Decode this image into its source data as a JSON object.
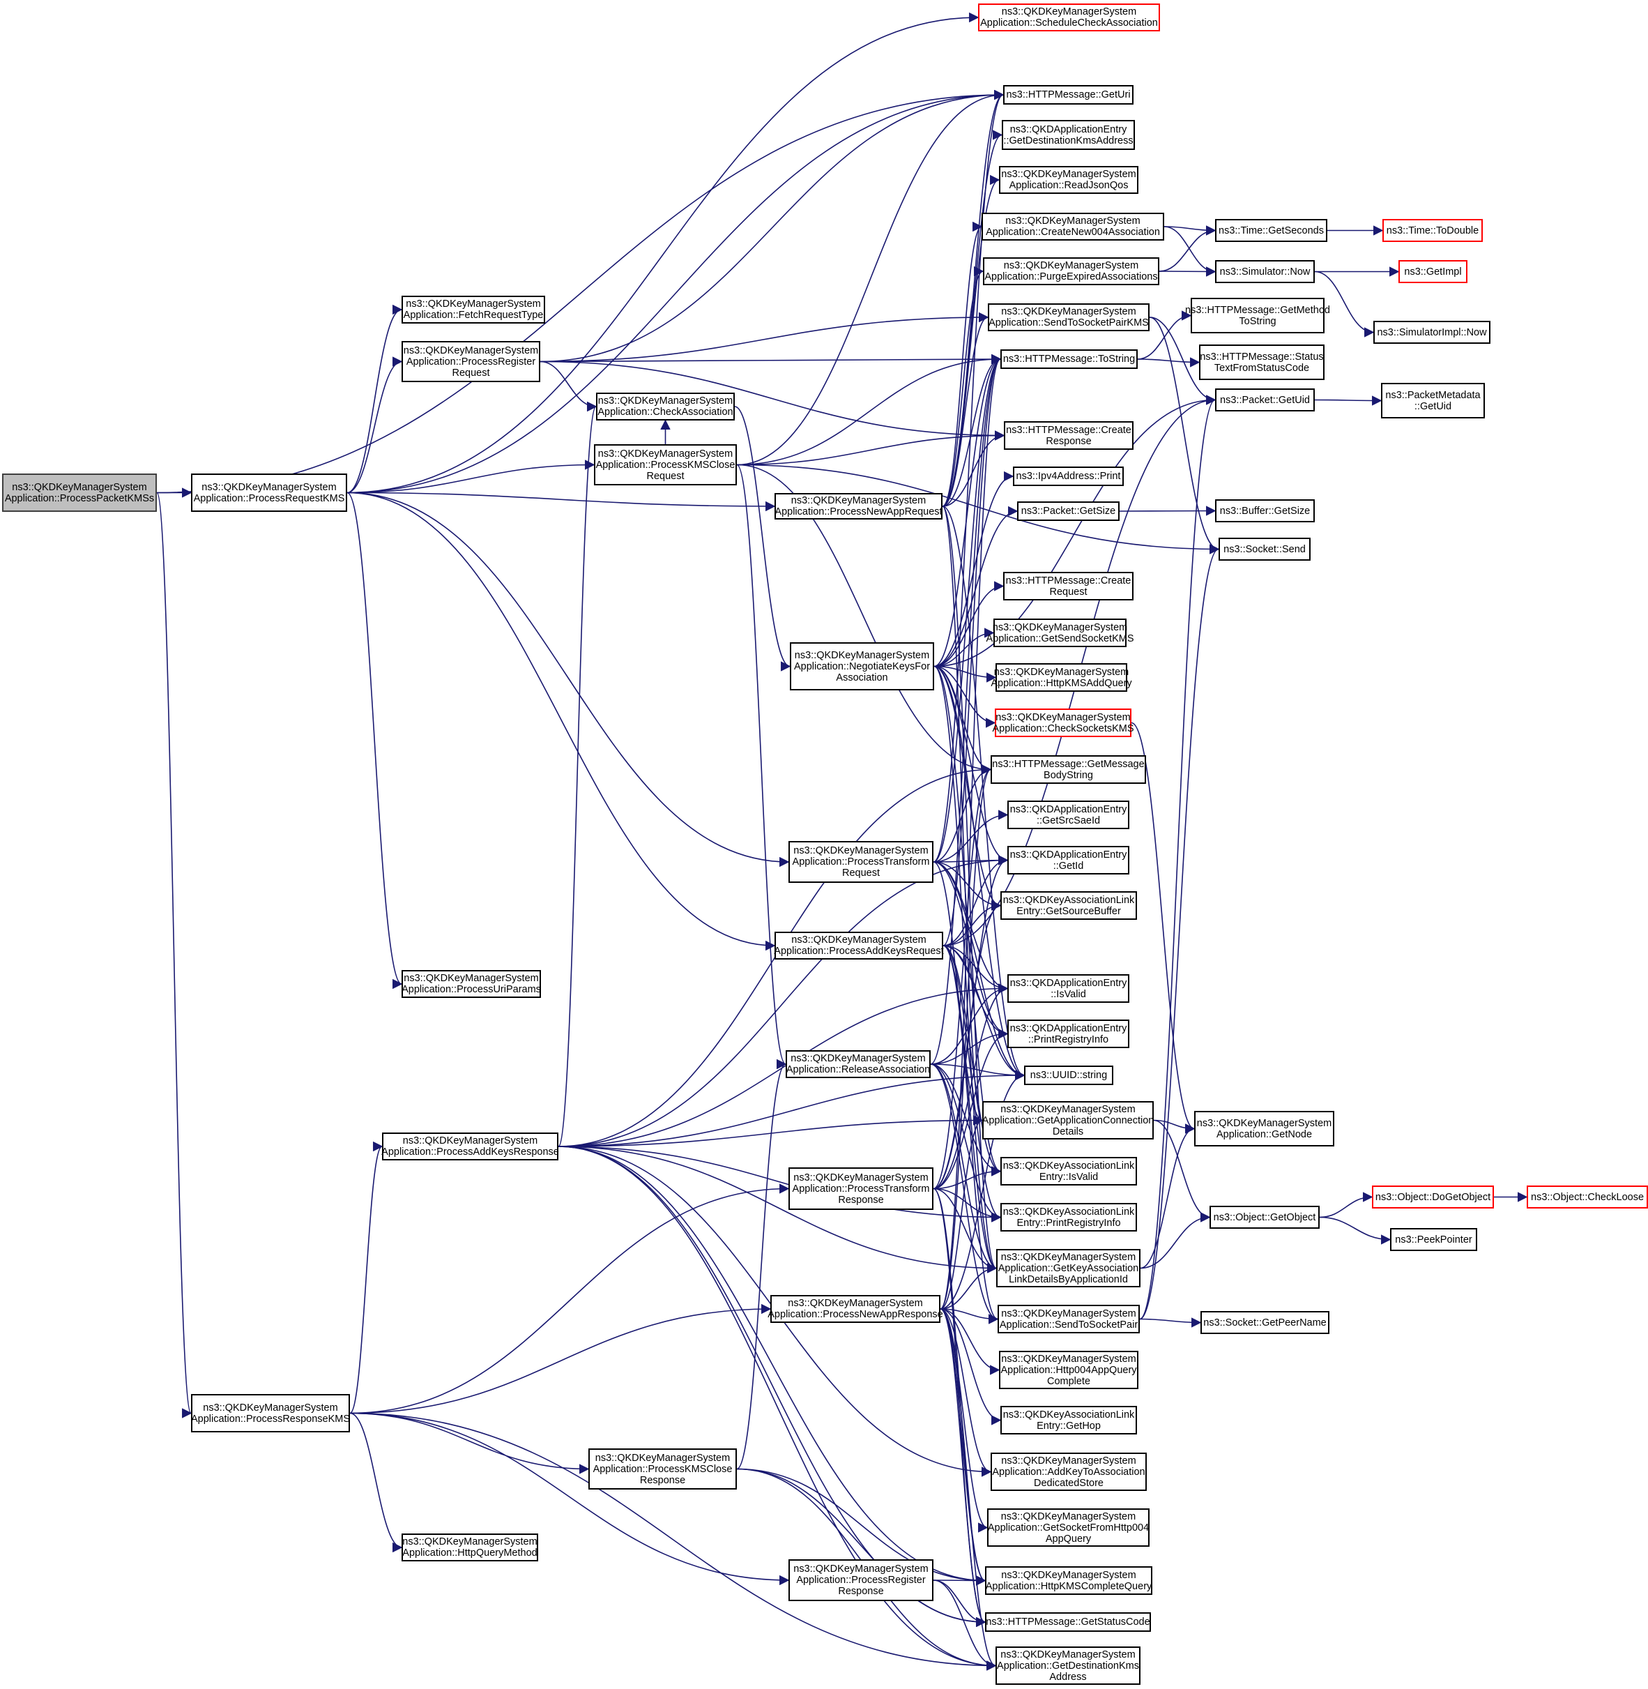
{
  "diagram": {
    "type": "doxygen-call-graph",
    "colors": {
      "edge": "#191970",
      "node_border": "#000000",
      "root_fill": "#bfbfbf",
      "truncated_border": "#ff0000",
      "background": "#ffffff"
    },
    "nodes": [
      {
        "id": "root",
        "label": "ns3::QKDKeyManagerSystem\nApplication::ProcessPacketKMSs",
        "kind": "root"
      },
      {
        "id": "reqKMS",
        "label": "ns3::QKDKeyManagerSystem\nApplication::ProcessRequestKMS",
        "kind": "normal"
      },
      {
        "id": "respKMS",
        "label": "ns3::QKDKeyManagerSystem\nApplication::ProcessResponseKMS",
        "kind": "normal"
      },
      {
        "id": "fetchType",
        "label": "ns3::QKDKeyManagerSystem\nApplication::FetchRequestType",
        "kind": "normal"
      },
      {
        "id": "regReq",
        "label": "ns3::QKDKeyManagerSystem\nApplication::ProcessRegister\nRequest",
        "kind": "normal"
      },
      {
        "id": "uriParams",
        "label": "ns3::QKDKeyManagerSystem\nApplication::ProcessUriParams",
        "kind": "normal"
      },
      {
        "id": "addKeysResp",
        "label": "ns3::QKDKeyManagerSystem\nApplication::ProcessAddKeysResponse",
        "kind": "normal"
      },
      {
        "id": "httpQueryMethod",
        "label": "ns3::QKDKeyManagerSystem\nApplication::HttpQueryMethod",
        "kind": "normal"
      },
      {
        "id": "checkAssoc",
        "label": "ns3::QKDKeyManagerSystem\nApplication::CheckAssociation",
        "kind": "normal"
      },
      {
        "id": "kmsCloseReq",
        "label": "ns3::QKDKeyManagerSystem\nApplication::ProcessKMSClose\nRequest",
        "kind": "normal"
      },
      {
        "id": "kmsCloseResp",
        "label": "ns3::QKDKeyManagerSystem\nApplication::ProcessKMSClose\nResponse",
        "kind": "normal"
      },
      {
        "id": "newAppReq",
        "label": "ns3::QKDKeyManagerSystem\nApplication::ProcessNewAppRequest",
        "kind": "normal"
      },
      {
        "id": "negotiate",
        "label": "ns3::QKDKeyManagerSystem\nApplication::NegotiateKeysFor\nAssociation",
        "kind": "normal"
      },
      {
        "id": "transformReq",
        "label": "ns3::QKDKeyManagerSystem\nApplication::ProcessTransform\nRequest",
        "kind": "normal"
      },
      {
        "id": "addKeysReq",
        "label": "ns3::QKDKeyManagerSystem\nApplication::ProcessAddKeysRequest",
        "kind": "normal"
      },
      {
        "id": "releaseAssoc",
        "label": "ns3::QKDKeyManagerSystem\nApplication::ReleaseAssociation",
        "kind": "normal"
      },
      {
        "id": "transformResp",
        "label": "ns3::QKDKeyManagerSystem\nApplication::ProcessTransform\nResponse",
        "kind": "normal"
      },
      {
        "id": "newAppResp",
        "label": "ns3::QKDKeyManagerSystem\nApplication::ProcessNewAppResponse",
        "kind": "normal"
      },
      {
        "id": "regResp",
        "label": "ns3::QKDKeyManagerSystem\nApplication::ProcessRegister\nResponse",
        "kind": "normal"
      },
      {
        "id": "schedCheck",
        "label": "ns3::QKDKeyManagerSystem\nApplication::ScheduleCheckAssociation",
        "kind": "truncated"
      },
      {
        "id": "getUri",
        "label": "ns3::HTTPMessage::GetUri",
        "kind": "normal"
      },
      {
        "id": "getDestKmsAddrEntry",
        "label": "ns3::QKDApplicationEntry\n::GetDestinationKmsAddress",
        "kind": "normal"
      },
      {
        "id": "readJsonQos",
        "label": "ns3::QKDKeyManagerSystem\nApplication::ReadJsonQos",
        "kind": "normal"
      },
      {
        "id": "createNew004",
        "label": "ns3::QKDKeyManagerSystem\nApplication::CreateNew004Association",
        "kind": "normal"
      },
      {
        "id": "purgeExpired",
        "label": "ns3::QKDKeyManagerSystem\nApplication::PurgeExpiredAssociations",
        "kind": "normal"
      },
      {
        "id": "sendPairKMS",
        "label": "ns3::QKDKeyManagerSystem\nApplication::SendToSocketPairKMS",
        "kind": "normal"
      },
      {
        "id": "toString",
        "label": "ns3::HTTPMessage::ToString",
        "kind": "normal"
      },
      {
        "id": "createResp",
        "label": "ns3::HTTPMessage::Create\nResponse",
        "kind": "normal"
      },
      {
        "id": "ipv4Print",
        "label": "ns3::Ipv4Address::Print",
        "kind": "normal"
      },
      {
        "id": "pktGetSize",
        "label": "ns3::Packet::GetSize",
        "kind": "normal"
      },
      {
        "id": "createReq",
        "label": "ns3::HTTPMessage::Create\nRequest",
        "kind": "normal"
      },
      {
        "id": "getSendSocketKMS",
        "label": "ns3::QKDKeyManagerSystem\nApplication::GetSendSocketKMS",
        "kind": "normal"
      },
      {
        "id": "httpKMSAddQuery",
        "label": "ns3::QKDKeyManagerSystem\nApplication::HttpKMSAddQuery",
        "kind": "normal"
      },
      {
        "id": "checkSocketsKMS",
        "label": "ns3::QKDKeyManagerSystem\nApplication::CheckSocketsKMS",
        "kind": "truncated"
      },
      {
        "id": "getMsgBody",
        "label": "ns3::HTTPMessage::GetMessage\nBodyString",
        "kind": "normal"
      },
      {
        "id": "getSrcSaeId",
        "label": "ns3::QKDApplicationEntry\n::GetSrcSaeId",
        "kind": "normal"
      },
      {
        "id": "entryGetId",
        "label": "ns3::QKDApplicationEntry\n::GetId",
        "kind": "normal"
      },
      {
        "id": "getSourceBuffer",
        "label": "ns3::QKDKeyAssociationLink\nEntry::GetSourceBuffer",
        "kind": "normal"
      },
      {
        "id": "entryIsValid",
        "label": "ns3::QKDApplicationEntry\n::IsValid",
        "kind": "normal"
      },
      {
        "id": "entryPrintReg",
        "label": "ns3::QKDApplicationEntry\n::PrintRegistryInfo",
        "kind": "normal"
      },
      {
        "id": "uuidString",
        "label": "ns3::UUID::string",
        "kind": "normal"
      },
      {
        "id": "getAppConnDetails",
        "label": "ns3::QKDKeyManagerSystem\nApplication::GetApplicationConnection\nDetails",
        "kind": "normal"
      },
      {
        "id": "linkIsValid",
        "label": "ns3::QKDKeyAssociationLink\nEntry::IsValid",
        "kind": "normal"
      },
      {
        "id": "linkPrintReg",
        "label": "ns3::QKDKeyAssociationLink\nEntry::PrintRegistryInfo",
        "kind": "normal"
      },
      {
        "id": "getKeyAssocLink",
        "label": "ns3::QKDKeyManagerSystem\nApplication::GetKeyAssociation\nLinkDetailsByApplicationId",
        "kind": "normal"
      },
      {
        "id": "sendPair",
        "label": "ns3::QKDKeyManagerSystem\nApplication::SendToSocketPair",
        "kind": "normal"
      },
      {
        "id": "http004Complete",
        "label": "ns3::QKDKeyManagerSystem\nApplication::Http004AppQuery\nComplete",
        "kind": "normal"
      },
      {
        "id": "linkGetHop",
        "label": "ns3::QKDKeyAssociationLink\nEntry::GetHop",
        "kind": "normal"
      },
      {
        "id": "addKeyToStore",
        "label": "ns3::QKDKeyManagerSystem\nApplication::AddKeyToAssociation\nDedicatedStore",
        "kind": "normal"
      },
      {
        "id": "getSocketFrom004",
        "label": "ns3::QKDKeyManagerSystem\nApplication::GetSocketFromHttp004\nAppQuery",
        "kind": "normal"
      },
      {
        "id": "httpKMSComplete",
        "label": "ns3::QKDKeyManagerSystem\nApplication::HttpKMSCompleteQuery",
        "kind": "normal"
      },
      {
        "id": "getStatusCode",
        "label": "ns3::HTTPMessage::GetStatusCode",
        "kind": "normal"
      },
      {
        "id": "getDestKmsAddr",
        "label": "ns3::QKDKeyManagerSystem\nApplication::GetDestinationKms\nAddress",
        "kind": "normal"
      },
      {
        "id": "timeGetSeconds",
        "label": "ns3::Time::GetSeconds",
        "kind": "normal"
      },
      {
        "id": "simNow",
        "label": "ns3::Simulator::Now",
        "kind": "normal"
      },
      {
        "id": "getMethodToString",
        "label": "ns3::HTTPMessage::GetMethod\nToString",
        "kind": "normal"
      },
      {
        "id": "statusText",
        "label": "ns3::HTTPMessage::Status\nTextFromStatusCode",
        "kind": "normal"
      },
      {
        "id": "pktGetUid",
        "label": "ns3::Packet::GetUid",
        "kind": "normal"
      },
      {
        "id": "bufGetSize",
        "label": "ns3::Buffer::GetSize",
        "kind": "normal"
      },
      {
        "id": "socketSend",
        "label": "ns3::Socket::Send",
        "kind": "normal"
      },
      {
        "id": "getNode",
        "label": "ns3::QKDKeyManagerSystem\nApplication::GetNode",
        "kind": "normal"
      },
      {
        "id": "objGetObject",
        "label": "ns3::Object::GetObject",
        "kind": "normal"
      },
      {
        "id": "getPeerName",
        "label": "ns3::Socket::GetPeerName",
        "kind": "normal"
      },
      {
        "id": "toDouble",
        "label": "ns3::Time::ToDouble",
        "kind": "truncated"
      },
      {
        "id": "getImpl",
        "label": "ns3::GetImpl",
        "kind": "truncated"
      },
      {
        "id": "simImplNow",
        "label": "ns3::SimulatorImpl::Now",
        "kind": "normal"
      },
      {
        "id": "metaGetUid",
        "label": "ns3::PacketMetadata\n::GetUid",
        "kind": "normal"
      },
      {
        "id": "doGetObject",
        "label": "ns3::Object::DoGetObject",
        "kind": "truncated"
      },
      {
        "id": "peekPointer",
        "label": "ns3::PeekPointer",
        "kind": "normal"
      },
      {
        "id": "checkLoose",
        "label": "ns3::Object::CheckLoose",
        "kind": "truncated"
      }
    ],
    "edges": [
      [
        "root",
        "reqKMS"
      ],
      [
        "root",
        "respKMS"
      ],
      [
        "root",
        "getUri"
      ],
      [
        "reqKMS",
        "fetchType"
      ],
      [
        "reqKMS",
        "regReq"
      ],
      [
        "reqKMS",
        "uriParams"
      ],
      [
        "reqKMS",
        "kmsCloseReq"
      ],
      [
        "reqKMS",
        "newAppReq"
      ],
      [
        "reqKMS",
        "transformReq"
      ],
      [
        "reqKMS",
        "addKeysReq"
      ],
      [
        "reqKMS",
        "getUri"
      ],
      [
        "reqKMS",
        "schedCheck"
      ],
      [
        "regReq",
        "getUri"
      ],
      [
        "regReq",
        "checkAssoc"
      ],
      [
        "regReq",
        "sendPairKMS"
      ],
      [
        "regReq",
        "toString"
      ],
      [
        "regReq",
        "createResp"
      ],
      [
        "respKMS",
        "addKeysResp"
      ],
      [
        "respKMS",
        "httpQueryMethod"
      ],
      [
        "respKMS",
        "kmsCloseResp"
      ],
      [
        "respKMS",
        "transformResp"
      ],
      [
        "respKMS",
        "newAppResp"
      ],
      [
        "respKMS",
        "regResp"
      ],
      [
        "respKMS",
        "getDestKmsAddr"
      ],
      [
        "kmsCloseReq",
        "getUri"
      ],
      [
        "kmsCloseReq",
        "checkAssoc"
      ],
      [
        "kmsCloseReq",
        "createResp"
      ],
      [
        "kmsCloseReq",
        "toString"
      ],
      [
        "kmsCloseReq",
        "releaseAssoc"
      ],
      [
        "kmsCloseReq",
        "getMsgBody"
      ],
      [
        "kmsCloseReq",
        "socketSend"
      ],
      [
        "checkAssoc",
        "negotiate"
      ],
      [
        "newAppReq",
        "getUri"
      ],
      [
        "newAppReq",
        "getDestKmsAddrEntry"
      ],
      [
        "newAppReq",
        "readJsonQos"
      ],
      [
        "newAppReq",
        "createNew004"
      ],
      [
        "newAppReq",
        "purgeExpired"
      ],
      [
        "newAppReq",
        "sendPairKMS"
      ],
      [
        "newAppReq",
        "toString"
      ],
      [
        "newAppReq",
        "createResp"
      ],
      [
        "newAppReq",
        "getKeyAssocLink"
      ],
      [
        "newAppReq",
        "getAppConnDetails"
      ],
      [
        "newAppReq",
        "uuidString"
      ],
      [
        "negotiate",
        "getSendSocketKMS"
      ],
      [
        "negotiate",
        "httpKMSAddQuery"
      ],
      [
        "negotiate",
        "checkSocketsKMS"
      ],
      [
        "negotiate",
        "createReq"
      ],
      [
        "negotiate",
        "toString"
      ],
      [
        "negotiate",
        "pktGetSize"
      ],
      [
        "negotiate",
        "ipv4Print"
      ],
      [
        "negotiate",
        "pktGetUid"
      ],
      [
        "negotiate",
        "getMsgBody"
      ],
      [
        "negotiate",
        "getSourceBuffer"
      ],
      [
        "negotiate",
        "entryGetId"
      ],
      [
        "negotiate",
        "linkIsValid"
      ],
      [
        "negotiate",
        "getKeyAssocLink"
      ],
      [
        "negotiate",
        "uuidString"
      ],
      [
        "transformReq",
        "getUri"
      ],
      [
        "transformReq",
        "getMsgBody"
      ],
      [
        "transformReq",
        "getSrcSaeId"
      ],
      [
        "transformReq",
        "entryGetId"
      ],
      [
        "transformReq",
        "getSourceBuffer"
      ],
      [
        "transformReq",
        "entryIsValid"
      ],
      [
        "transformReq",
        "entryPrintReg"
      ],
      [
        "transformReq",
        "uuidString"
      ],
      [
        "transformReq",
        "getAppConnDetails"
      ],
      [
        "transformReq",
        "toString"
      ],
      [
        "addKeysReq",
        "entryGetId"
      ],
      [
        "addKeysReq",
        "getSourceBuffer"
      ],
      [
        "addKeysReq",
        "entryIsValid"
      ],
      [
        "addKeysReq",
        "entryPrintReg"
      ],
      [
        "addKeysReq",
        "uuidString"
      ],
      [
        "addKeysReq",
        "linkIsValid"
      ],
      [
        "addKeysReq",
        "linkPrintReg"
      ],
      [
        "addKeysReq",
        "getKeyAssocLink"
      ],
      [
        "addKeysReq",
        "sendPair"
      ],
      [
        "addKeysReq",
        "pktGetUid"
      ],
      [
        "addKeysReq",
        "toString"
      ],
      [
        "releaseAssoc",
        "entryIsValid"
      ],
      [
        "releaseAssoc",
        "entryPrintReg"
      ],
      [
        "releaseAssoc",
        "uuidString"
      ],
      [
        "releaseAssoc",
        "linkIsValid"
      ],
      [
        "releaseAssoc",
        "linkPrintReg"
      ],
      [
        "releaseAssoc",
        "getKeyAssocLink"
      ],
      [
        "releaseAssoc",
        "sendPair"
      ],
      [
        "releaseAssoc",
        "toString"
      ],
      [
        "addKeysResp",
        "checkAssoc"
      ],
      [
        "addKeysResp",
        "getMsgBody"
      ],
      [
        "addKeysResp",
        "entryGetId"
      ],
      [
        "addKeysResp",
        "entryIsValid"
      ],
      [
        "addKeysResp",
        "uuidString"
      ],
      [
        "addKeysResp",
        "getAppConnDetails"
      ],
      [
        "addKeysResp",
        "linkPrintReg"
      ],
      [
        "addKeysResp",
        "getKeyAssocLink"
      ],
      [
        "addKeysResp",
        "addKeyToStore"
      ],
      [
        "addKeysResp",
        "httpKMSComplete"
      ],
      [
        "addKeysResp",
        "getStatusCode"
      ],
      [
        "addKeysResp",
        "getDestKmsAddr"
      ],
      [
        "transformResp",
        "getMsgBody"
      ],
      [
        "transformResp",
        "entryGetId"
      ],
      [
        "transformResp",
        "entryIsValid"
      ],
      [
        "transformResp",
        "entryPrintReg"
      ],
      [
        "transformResp",
        "getSourceBuffer"
      ],
      [
        "transformResp",
        "linkIsValid"
      ],
      [
        "transformResp",
        "linkPrintReg"
      ],
      [
        "transformResp",
        "getKeyAssocLink"
      ],
      [
        "transformResp",
        "httpKMSComplete"
      ],
      [
        "transformResp",
        "getStatusCode"
      ],
      [
        "newAppResp",
        "getMsgBody"
      ],
      [
        "newAppResp",
        "toString"
      ],
      [
        "newAppResp",
        "getAppConnDetails"
      ],
      [
        "newAppResp",
        "getKeyAssocLink"
      ],
      [
        "newAppResp",
        "sendPair"
      ],
      [
        "newAppResp",
        "http004Complete"
      ],
      [
        "newAppResp",
        "linkGetHop"
      ],
      [
        "newAppResp",
        "addKeyToStore"
      ],
      [
        "newAppResp",
        "getSocketFrom004"
      ],
      [
        "newAppResp",
        "httpKMSComplete"
      ],
      [
        "newAppResp",
        "getStatusCode"
      ],
      [
        "newAppResp",
        "getDestKmsAddr"
      ],
      [
        "newAppResp",
        "uuidString"
      ],
      [
        "kmsCloseResp",
        "releaseAssoc"
      ],
      [
        "kmsCloseResp",
        "httpKMSComplete"
      ],
      [
        "kmsCloseResp",
        "getStatusCode"
      ],
      [
        "kmsCloseResp",
        "getDestKmsAddr"
      ],
      [
        "regResp",
        "httpKMSComplete"
      ],
      [
        "regResp",
        "getStatusCode"
      ],
      [
        "regResp",
        "getDestKmsAddr"
      ],
      [
        "createNew004",
        "timeGetSeconds"
      ],
      [
        "createNew004",
        "simNow"
      ],
      [
        "purgeExpired",
        "timeGetSeconds"
      ],
      [
        "purgeExpired",
        "simNow"
      ],
      [
        "sendPairKMS",
        "pktGetUid"
      ],
      [
        "sendPairKMS",
        "socketSend"
      ],
      [
        "toString",
        "getMethodToString"
      ],
      [
        "toString",
        "statusText"
      ],
      [
        "pktGetSize",
        "bufGetSize"
      ],
      [
        "checkSocketsKMS",
        "getNode"
      ],
      [
        "getAppConnDetails",
        "getNode"
      ],
      [
        "getAppConnDetails",
        "objGetObject"
      ],
      [
        "getKeyAssocLink",
        "getNode"
      ],
      [
        "getKeyAssocLink",
        "objGetObject"
      ],
      [
        "sendPair",
        "pktGetUid"
      ],
      [
        "sendPair",
        "socketSend"
      ],
      [
        "sendPair",
        "getPeerName"
      ],
      [
        "timeGetSeconds",
        "toDouble"
      ],
      [
        "simNow",
        "getImpl"
      ],
      [
        "simNow",
        "simImplNow"
      ],
      [
        "pktGetUid",
        "metaGetUid"
      ],
      [
        "objGetObject",
        "doGetObject"
      ],
      [
        "objGetObject",
        "peekPointer"
      ],
      [
        "doGetObject",
        "checkLoose"
      ]
    ]
  }
}
